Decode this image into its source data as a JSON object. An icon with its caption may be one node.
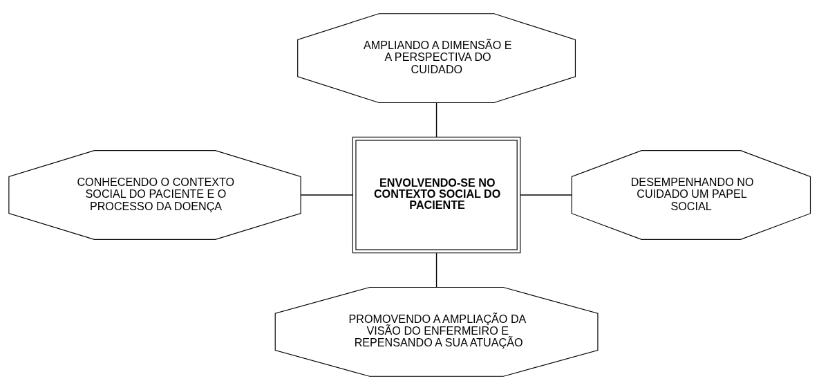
{
  "diagram": {
    "nodes": [
      {
        "text": [
          "AMPLIANDO A DIMENSÃO E A PERSPECTIVA DO CUIDADO"
        ]
      },
      {
        "text": [
          "CONHECENDO O CONTEXTO SOCIAL DO PACIENTE E O PROCESSO DA DOENÇA"
        ]
      },
      {
        "text": [
          "ENVOLVENDO-SE NO CONTEXTO SOCIAL DO PACIENTE"
        ]
      },
      {
        "text": [
          "DESEMPENHANDO NO CUIDADO UM PAPEL SOCIAL"
        ]
      },
      {
        "text": [
          "PROMOVENDO A AMPLIAÇÃO DA VISÃO DO ENFERMEIRO E REPENSANDO A SUA ATUAÇÃO"
        ]
      }
    ],
    "edges": [
      {
        "from": 0,
        "to": 2,
        "arrow": "none"
      },
      {
        "from": 1,
        "to": 2,
        "arrow": "none"
      },
      {
        "from": 2,
        "to": 3,
        "arrow": "none"
      },
      {
        "from": 2,
        "to": 4,
        "arrow": "none"
      }
    ]
  }
}
